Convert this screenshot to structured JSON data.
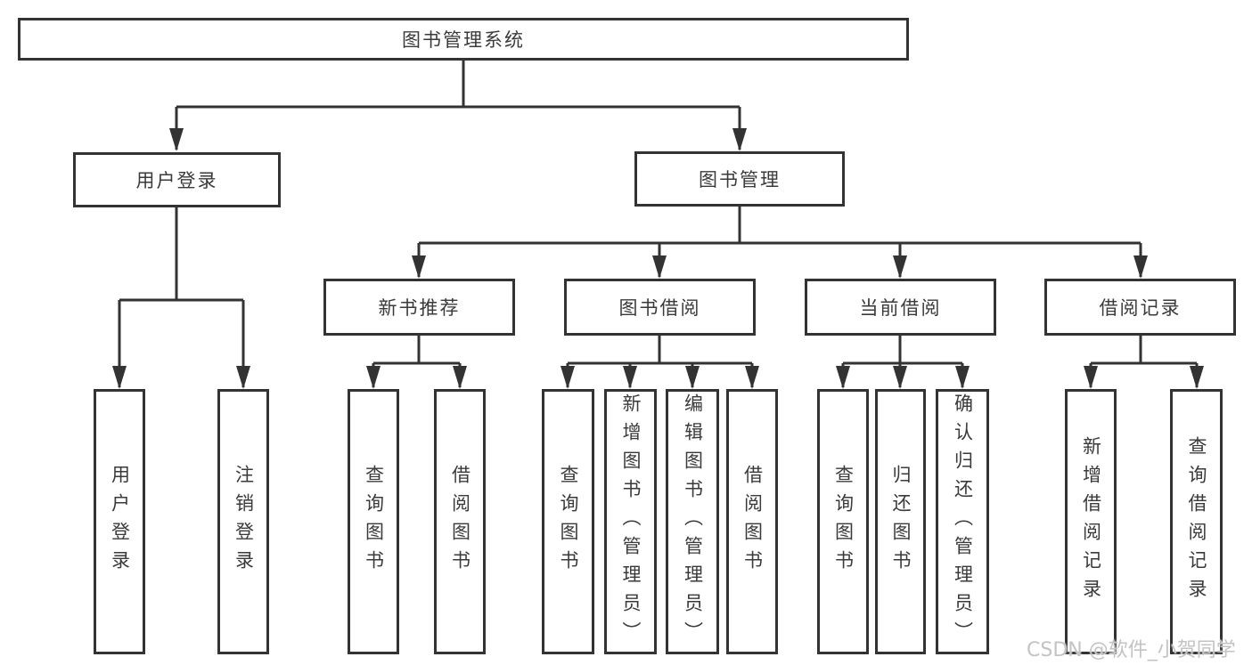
{
  "diagram": {
    "title": "图书管理系统",
    "level2": {
      "user_login": "用户登录",
      "book_management": "图书管理"
    },
    "level3": {
      "new_book_recommend": "新书推荐",
      "book_borrowing": "图书借阅",
      "current_borrowing": "当前借阅",
      "borrowing_records": "借阅记录"
    },
    "leaves": {
      "user_login": "用户登录",
      "logout": "注销登录",
      "query_books_recommend": "查询图书",
      "borrow_books_recommend": "借阅图书",
      "query_books_borrowing": "查询图书",
      "add_books_admin": "新增图书（管理员）",
      "edit_books_admin": "编辑图书（管理员）",
      "borrow_books_borrowing": "借阅图书",
      "query_books_current": "查询图书",
      "return_books": "归还图书",
      "confirm_return_admin": "确认归还（管理员）",
      "add_borrow_record": "新增借阅记录",
      "query_borrow_record": "查询借阅记录"
    },
    "watermark": "CSDN @软件_小贺同学",
    "colors": {
      "line": "#333333",
      "text": "#3a3a3a",
      "watermark": "#c3c3c3",
      "background": "#ffffff"
    }
  }
}
